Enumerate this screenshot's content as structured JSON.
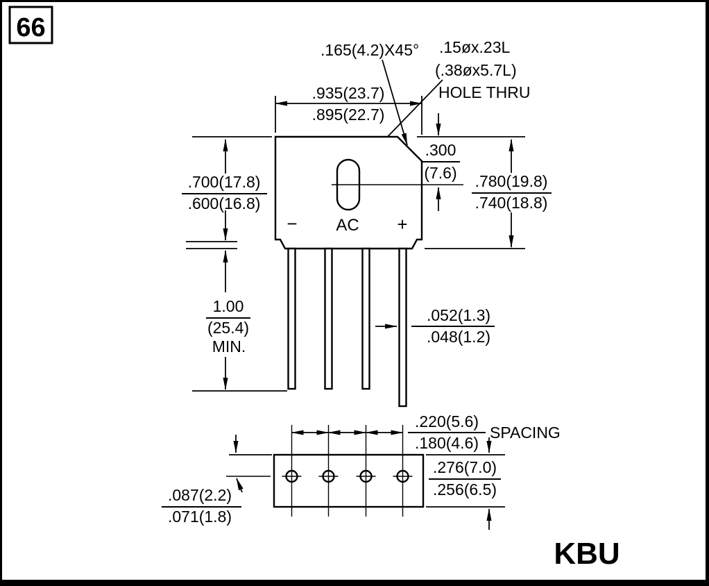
{
  "page": {
    "number": "66",
    "part_name": "KBU"
  },
  "colors": {
    "ink": "#000000",
    "paper": "#ffffff"
  },
  "notes": {
    "chamfer": ".165(4.2)X45°",
    "hole_size_in": ".15øx.23L",
    "hole_size_mm": "(.38øx5.7L)",
    "hole_thru": "HOLE THRU"
  },
  "terminals": {
    "minus": "−",
    "ac": "AC",
    "plus": "+"
  },
  "dimensions": {
    "body_width": {
      "max": ".935(23.7)",
      "min": ".895(22.7)"
    },
    "hole_center_from_top": {
      "in": ".300",
      "mm": "(7.6)"
    },
    "body_height_overall": {
      "max": ".780(19.8)",
      "min": ".740(18.8)"
    },
    "body_height_front": {
      "max": ".700(17.8)",
      "min": ".600(16.8)"
    },
    "lead_length": {
      "in": "1.00",
      "mm": "(25.4)",
      "qualifier": "MIN."
    },
    "lead_thickness": {
      "max": ".052(1.3)",
      "min": ".048(1.2)"
    },
    "lead_spacing": {
      "max": ".220(5.6)",
      "min": ".180(4.6)",
      "label": "SPACING"
    },
    "base_thickness": {
      "max": ".276(7.0)",
      "min": ".256(6.5)"
    },
    "base_edge_offset": {
      "max": ".087(2.2)",
      "min": ".071(1.8)"
    }
  }
}
